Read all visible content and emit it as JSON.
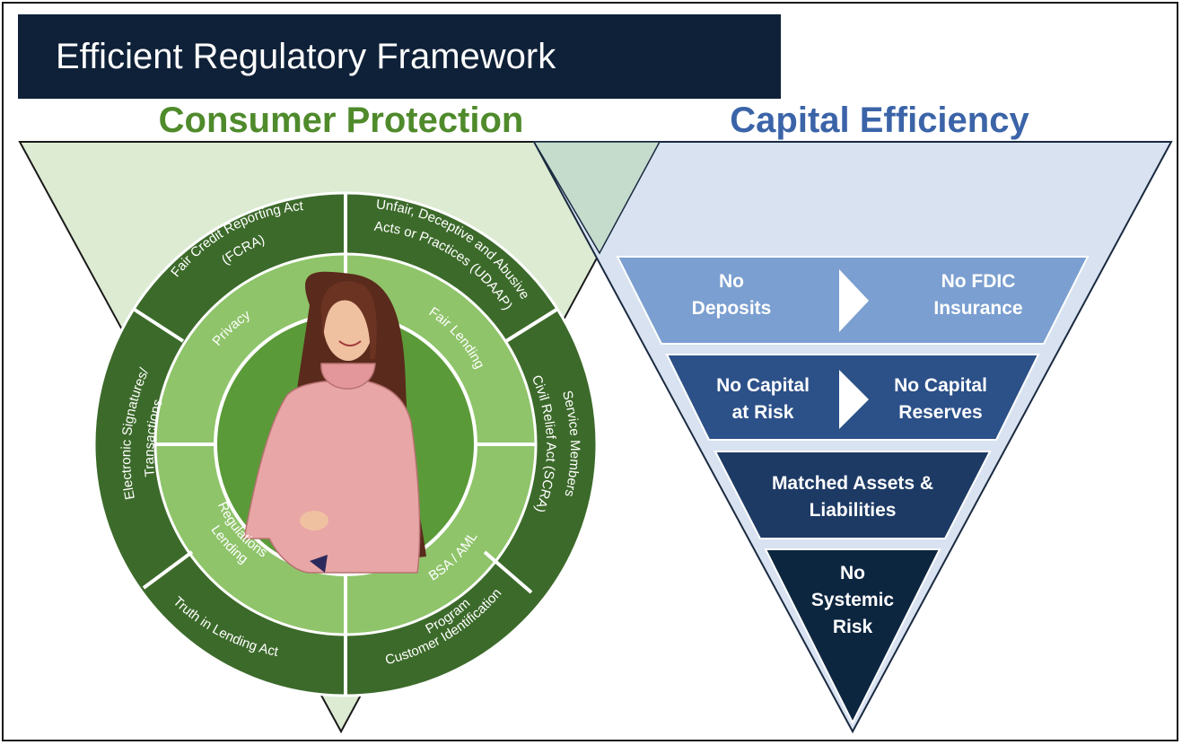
{
  "title": "Efficient Regulatory Framework",
  "headings": {
    "left": "Consumer Protection",
    "right": "Capital Efficiency"
  },
  "consumer_protection": {
    "outer_ring": [
      "Fair Credit Reporting Act",
      "(FCRA)",
      "Unfair, Deceptive and Abusive",
      "Acts or Practices (UDAAP)",
      "Service Members",
      "Civil Relief Act (SCRA)",
      "Customer Identification",
      "Program",
      "Truth in Lending Act",
      "Electronic Signatures/",
      "Transactions"
    ],
    "inner_ring": [
      "Privacy",
      "Fair Lending",
      "BSA / AML",
      "Lending",
      "Regulations"
    ]
  },
  "capital_efficiency": {
    "row1_left": [
      "No",
      "Deposits"
    ],
    "row1_right": [
      "No FDIC",
      "Insurance"
    ],
    "row2_left": [
      "No Capital",
      "at Risk"
    ],
    "row2_right": [
      "No Capital",
      "Reserves"
    ],
    "row3": [
      "Matched Assets &",
      "Liabilities"
    ],
    "row4": [
      "No",
      "Systemic",
      "Risk"
    ]
  },
  "colors": {
    "title_bg": "#0f2138",
    "green_heading": "#4f8a2b",
    "blue_heading": "#3b64a8",
    "ring_dark": "#3c6a2a",
    "ring_light": "#8fc46a",
    "tier1": "#7b9fd0",
    "tier2": "#2c5088",
    "tier3": "#1d3a64",
    "tier4": "#0d2640"
  }
}
